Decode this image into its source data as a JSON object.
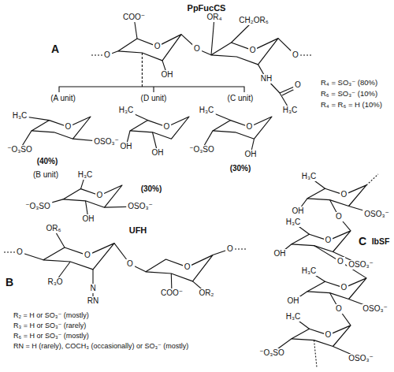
{
  "diagram": {
    "labels": [
      "A",
      "PpFucCS",
      "COO⁻",
      "O",
      "O",
      "OH",
      "O",
      "OR₄",
      "CH₂OR₆",
      "O",
      "O",
      "NH",
      "H₃C",
      "O",
      "R₄ = SO₃⁻ (80%)",
      "R₆ = SO₃⁻ (10%)",
      "R₄ = R₆ = H (10%)",
      "(A unit)",
      "(D unit)",
      "(C unit)",
      "H₃C",
      "O",
      "OSO₃⁻",
      "⁻O₃SO",
      "(40%)",
      "(B unit)",
      "H₃C",
      "O",
      "OSO₃⁻",
      "⁻O₃SO",
      "OH",
      "(30%)",
      "H₃C",
      "O",
      "OH",
      "OH",
      "H₃C",
      "O",
      "⁻O₃SO",
      "OH",
      "(30%)",
      "B",
      "UFH",
      "OR₆",
      "R₃O",
      "O",
      "O",
      "N",
      "RN",
      "O",
      "O",
      "COO⁻",
      "OR₂",
      "O",
      "R₂ = H or SO₃⁻ (mostly)",
      "R₃ = H or SO₃⁻ (rarely)",
      "R₆ = H or SO₃⁻ (mostly)",
      "RN = H (rarely), COCH₃ (occasionally) or SO₃⁻ (mostly)",
      "C",
      "IbSF",
      "H₃C",
      "O",
      "OH",
      "OSO₃⁻",
      "H₃C",
      "O",
      "OH",
      "OSO₃⁻",
      "H₃C",
      "O",
      "OH",
      "OSO₃⁻",
      "H₃C",
      "O",
      "⁻O₃SO",
      "OSO₃⁻",
      "O",
      "O",
      "O"
    ]
  }
}
